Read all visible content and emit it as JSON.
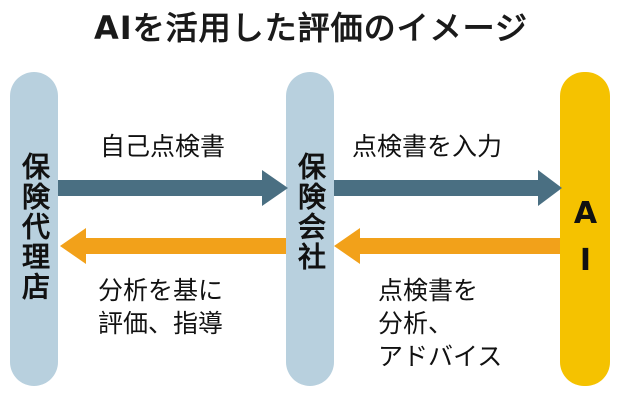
{
  "title": "AIを活用した評価のイメージ",
  "actors": {
    "agency": "保険代理店",
    "insurer": "保険会社",
    "ai": "AI"
  },
  "flows": {
    "agency_to_insurer": "自己点検書",
    "insurer_to_ai": "点検書を入力",
    "ai_to_insurer": {
      "lines": [
        "点検書を",
        "分析、",
        "アドバイス"
      ]
    },
    "insurer_to_agency": {
      "lines": [
        "分析を基に",
        "評価、指導"
      ]
    }
  },
  "colors": {
    "pillar_blue": "#b8d0de",
    "pillar_gold": "#f5c200",
    "arrow_forward": "#4a6f82",
    "arrow_return": "#f2a11a"
  }
}
